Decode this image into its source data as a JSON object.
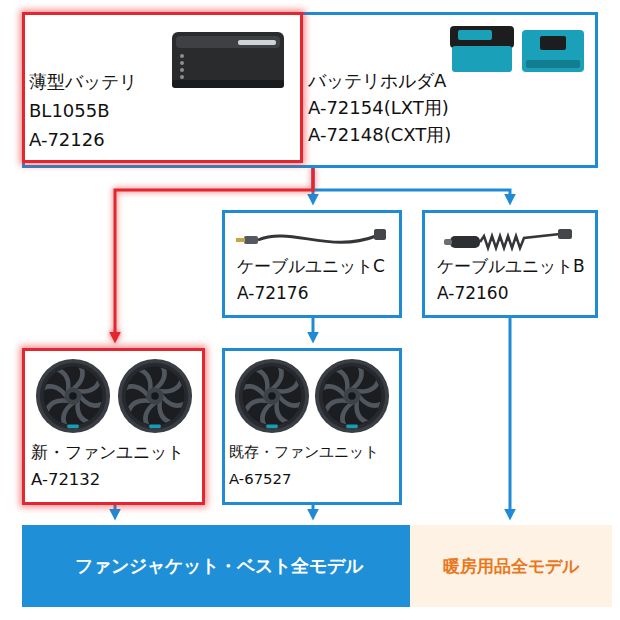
{
  "diagram": {
    "nodes": [
      {
        "text": [
          "バッテリホルダA",
          "A-72154(LXT用)",
          "A-72148(CXT用)"
        ]
      },
      {
        "text": [
          "薄型バッテリ",
          "BL1055B",
          "A-72126"
        ],
        "in": 0
      },
      {
        "text": [
          "ケーブルユニットC",
          "A-72176"
        ]
      },
      {
        "text": [
          "ケーブルユニットB",
          "A-72160"
        ]
      },
      {
        "text": [
          "新・ファンユニット",
          "A-72132"
        ]
      },
      {
        "text": [
          "既存・ファンユニット",
          "A-67527"
        ]
      },
      {
        "text": [
          "ファンジャケット・ベスト全モデル"
        ]
      },
      {
        "text": [
          "暖房用品全モデル"
        ]
      }
    ],
    "edges": [
      {
        "from": 0,
        "to": 4,
        "arrow": "to"
      },
      {
        "from": 0,
        "to": 2,
        "arrow": "to"
      },
      {
        "from": 0,
        "to": 3,
        "arrow": "to"
      },
      {
        "from": 2,
        "to": 5,
        "arrow": "to"
      },
      {
        "from": 3,
        "to": 7,
        "arrow": "to"
      },
      {
        "from": 4,
        "to": 6,
        "arrow": "to"
      },
      {
        "from": 5,
        "to": 6,
        "arrow": "to"
      }
    ]
  }
}
